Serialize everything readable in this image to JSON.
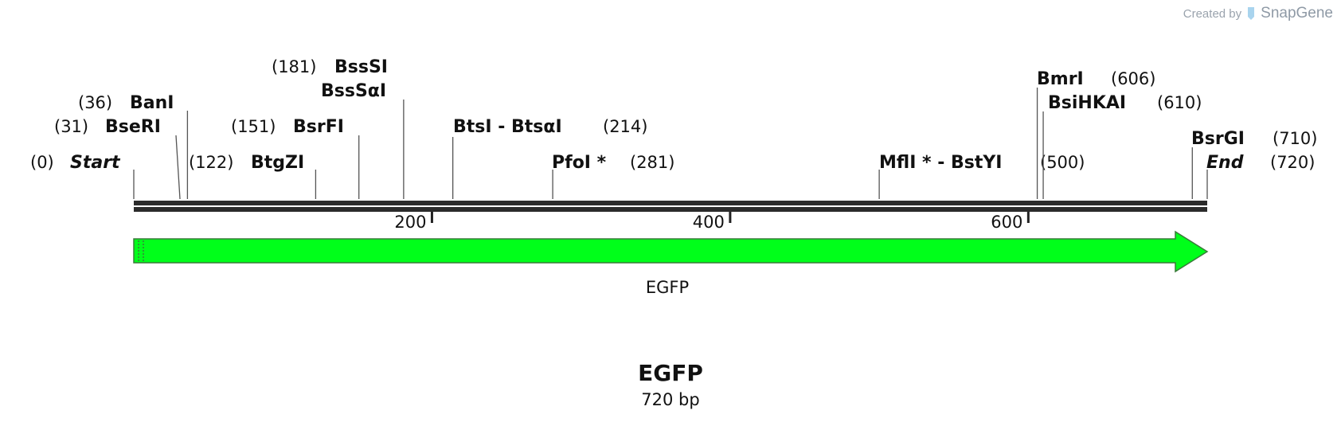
{
  "credit": {
    "prefix": "Created by",
    "brand": "SnapGene"
  },
  "sequence": {
    "name": "EGFP",
    "length_label": "720 bp",
    "length": 720
  },
  "ruler": {
    "ticks": [
      200,
      400,
      600
    ]
  },
  "feature": {
    "name": "EGFP",
    "start": 0,
    "end": 720,
    "color": "#00ff1a",
    "direction": "forward"
  },
  "sites": [
    {
      "name": "Start",
      "pos": 0,
      "pos_label": "(0)",
      "italic": true
    },
    {
      "name": "BseRI",
      "pos": 31,
      "pos_label": "(31)"
    },
    {
      "name": "BanI",
      "pos": 36,
      "pos_label": "(36)"
    },
    {
      "name": "BtgZI",
      "pos": 122,
      "pos_label": "(122)"
    },
    {
      "name": "BsrFI",
      "pos": 151,
      "pos_label": "(151)"
    },
    {
      "name": "BssSI",
      "pos": 181,
      "pos_label": "(181)"
    },
    {
      "name": "BssSαI",
      "pos": 181,
      "pos_label": ""
    },
    {
      "name": "BtsI  -  BtsαI",
      "pos": 214,
      "pos_label": "(214)"
    },
    {
      "name": "PfoI *",
      "pos": 281,
      "pos_label": "(281)"
    },
    {
      "name": "MflI *  -  BstYI",
      "pos": 500,
      "pos_label": "(500)"
    },
    {
      "name": "BmrI",
      "pos": 606,
      "pos_label": "(606)"
    },
    {
      "name": "BsiHKAI",
      "pos": 610,
      "pos_label": "(610)"
    },
    {
      "name": "BsrGI",
      "pos": 710,
      "pos_label": "(710)"
    },
    {
      "name": "End",
      "pos": 720,
      "pos_label": "(720)",
      "italic": true
    }
  ]
}
